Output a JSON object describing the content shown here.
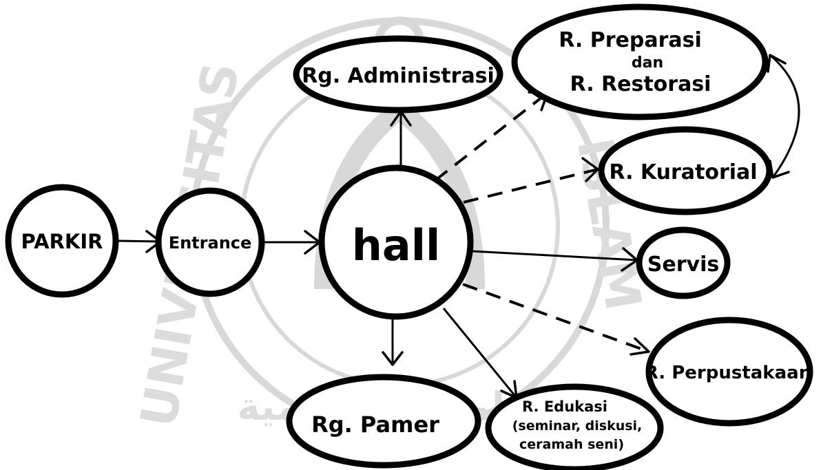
{
  "watermark": {
    "arc_left": "UNIVERSITAS",
    "arc_right": "ISLAM",
    "arc_bottom": "الجامعة الإسلامية"
  },
  "nodes": {
    "parkir": "PARKIR",
    "entrance": "Entrance",
    "hall": "hall",
    "administrasi": "Rg. Administrasi",
    "preparasi_line1": "R. Preparasi",
    "preparasi_line2": "dan",
    "preparasi_line3": "R. Restorasi",
    "kuratorial": "R. Kuratorial",
    "servis": "Servis",
    "perpustakaan": "R. Perpustakaan",
    "pamer": "Rg. Pamer",
    "edukasi_line1": "R. Edukasi",
    "edukasi_line2": "(seminar, diskusi,",
    "edukasi_line3": "ceramah seni)"
  }
}
